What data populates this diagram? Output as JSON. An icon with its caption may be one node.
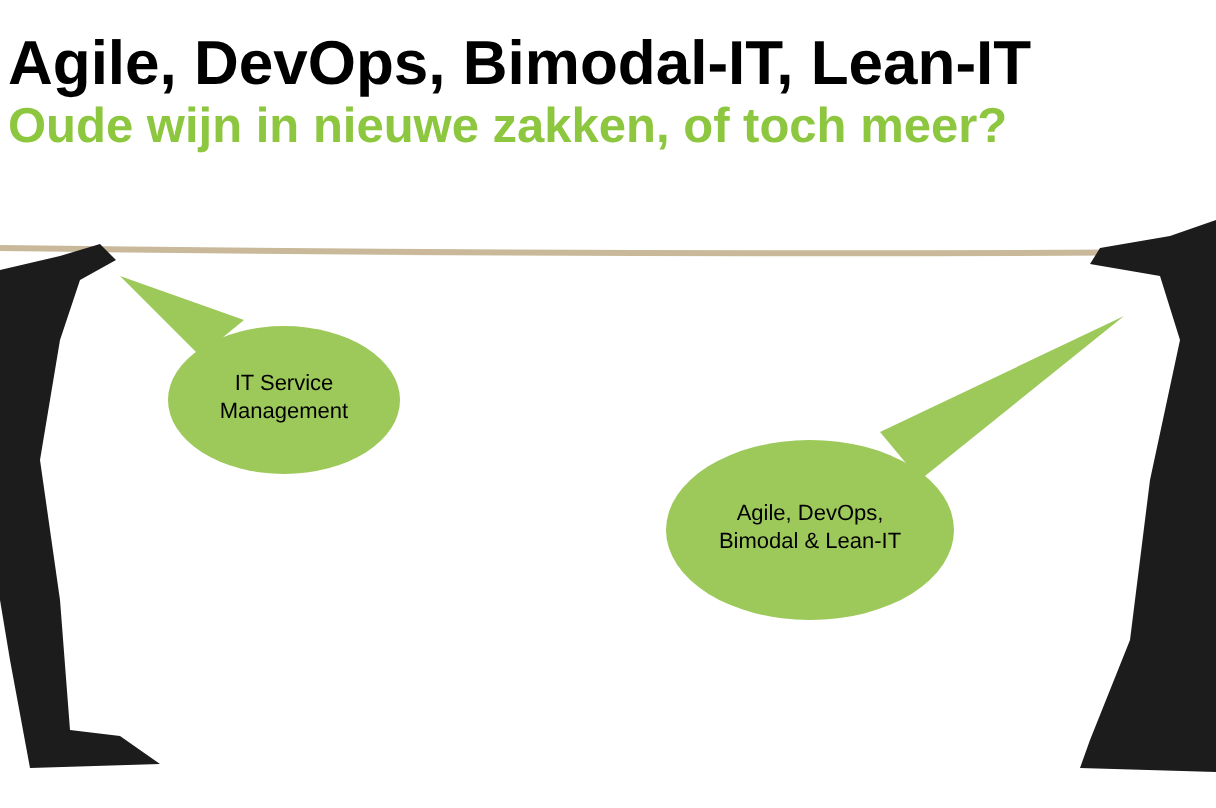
{
  "diagram": {
    "title": "Agile, DevOps, Bimodal-IT, Lean-IT",
    "nodes": [
      {
        "text": [
          "IT Service Management"
        ]
      },
      {
        "text": [
          "Agile, DevOps, Bimodal & Lean-IT"
        ]
      }
    ],
    "labels": [
      "Oude wijn in nieuwe zakken, of toch meer?"
    ]
  }
}
